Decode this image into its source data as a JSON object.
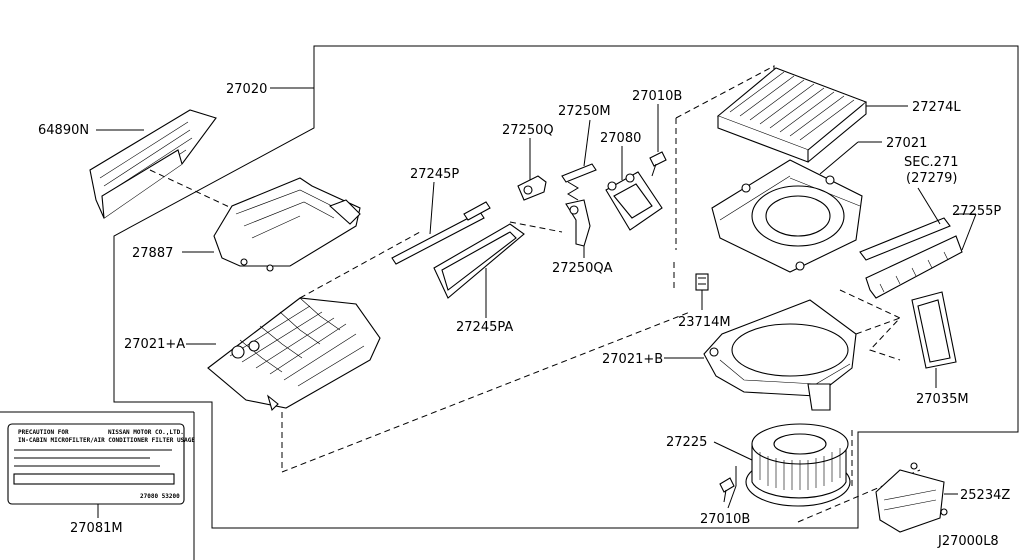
{
  "labels": {
    "p27020": "27020",
    "p64890n": "64890N",
    "p27887": "27887",
    "p27245p": "27245P",
    "p27250q": "27250Q",
    "p27250m": "27250M",
    "p27010b_top": "27010B",
    "p27080": "27080",
    "p27274l": "27274L",
    "p27021": "27021",
    "sec271_a": "SEC.271",
    "sec271_b": "(27279)",
    "p27255p": "27255P",
    "p27250qa": "27250QA",
    "p27245pa": "27245PA",
    "p27021a": "27021+A",
    "p23714m": "23714M",
    "p27021b": "27021+B",
    "p27035m": "27035M",
    "p27225": "27225",
    "p27010b_bot": "27010B",
    "p25234z": "25234Z",
    "p27081m": "27081M",
    "diagram_id": "J27000L8"
  },
  "caution_label": {
    "line1_left": "PRECAUTION FOR",
    "line1_right": "NISSAN MOTOR CO.,LTD.",
    "line2": "IN-CABIN MICROFILTER/AIR CONDITIONER FILTER USAGE",
    "part_no": "27080 53200"
  }
}
